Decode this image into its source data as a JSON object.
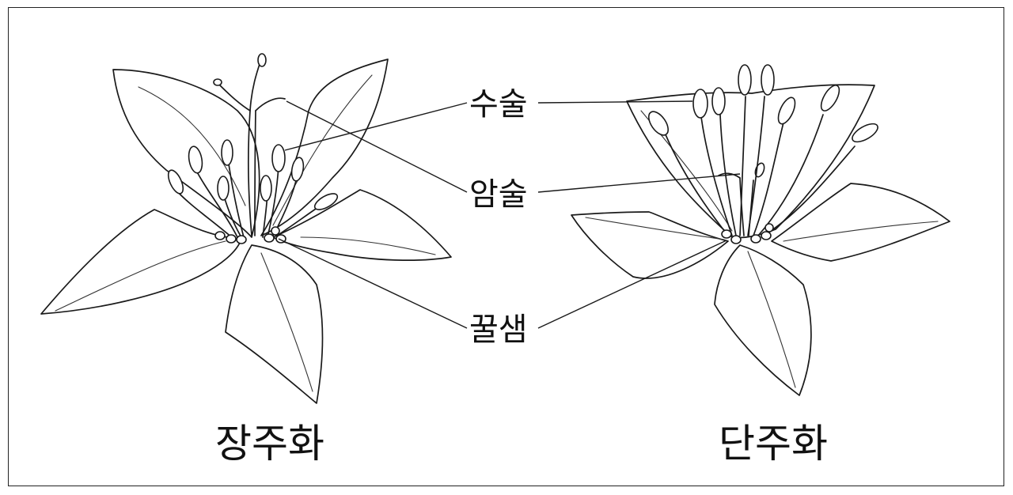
{
  "labels": {
    "stamen": "수술",
    "pistil": "암술",
    "nectary": "꿀샘"
  },
  "captions": {
    "left": "장주화",
    "right": "단주화"
  }
}
